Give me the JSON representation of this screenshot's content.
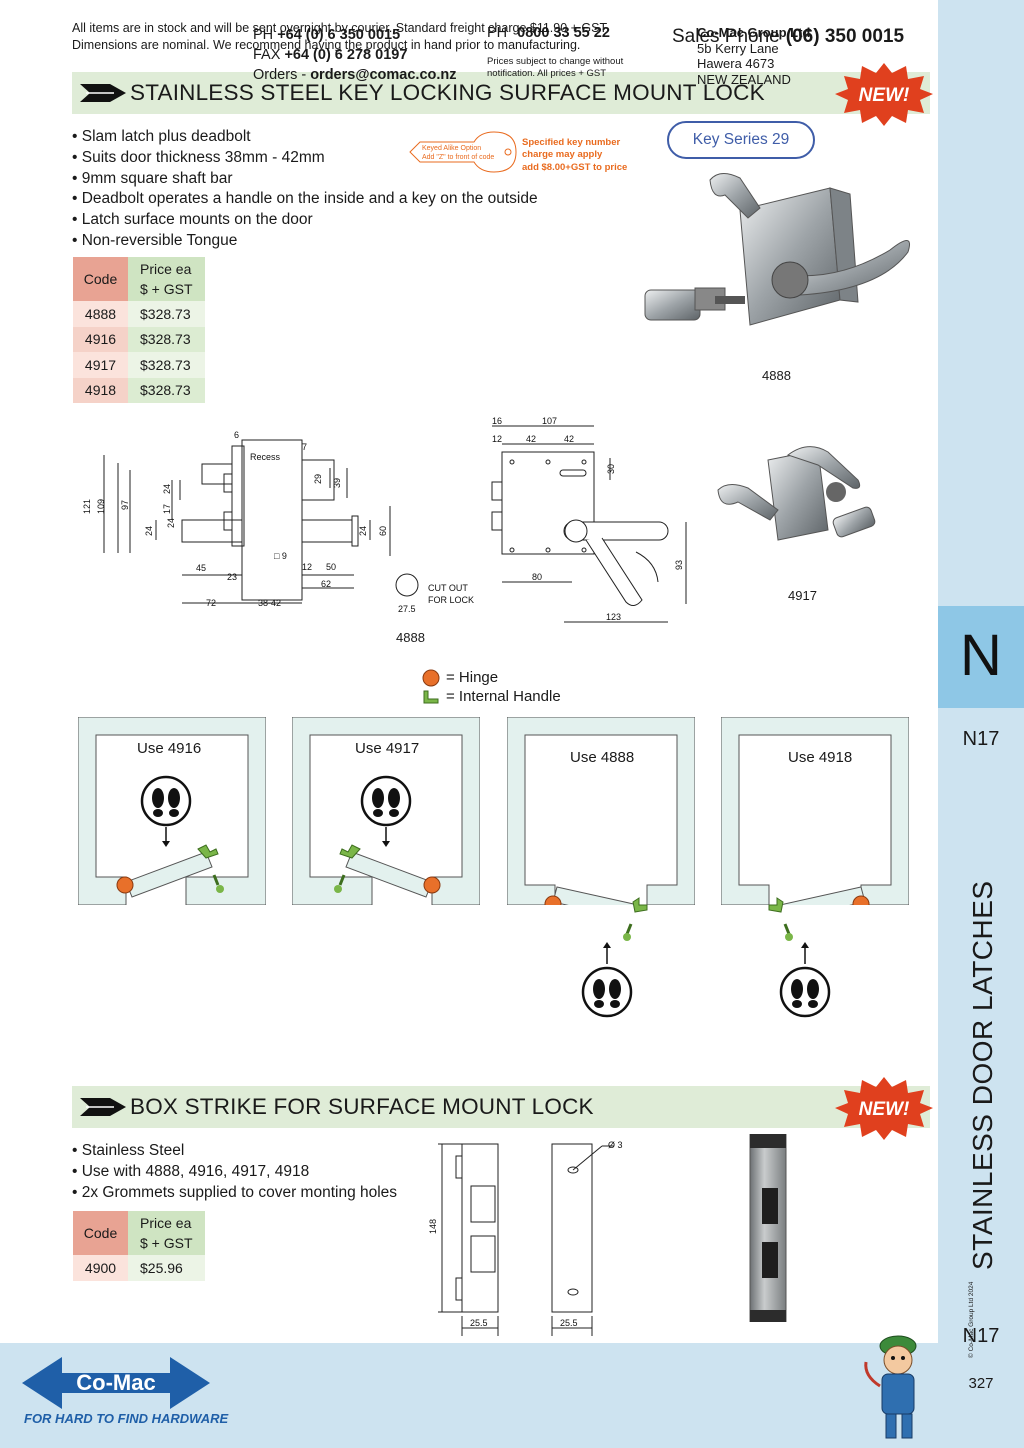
{
  "header": {
    "notice_line1": "All items are in stock and will be sent overnight by courier. Standard freight charge $11.90 + GST",
    "notice_line2": "Dimensions are nominal. We recommend having the product in hand prior to manufacturing.",
    "sales_label": "Sales Phone",
    "sales_phone": "(06) 350 0015"
  },
  "section1": {
    "title": "STAINLESS STEEL KEY LOCKING SURFACE MOUNT LOCK",
    "badge": "NEW!",
    "bullets": [
      "Slam latch plus deadbolt",
      "Suits door thickness 38mm - 42mm",
      "9mm square shaft bar",
      "Deadbolt operates a handle on the inside and a key on the outside",
      "Latch surface mounts on the door",
      "Non-reversible Tongue"
    ],
    "key_tag_line1": "Keyed Alike Option",
    "key_tag_line2": "Add \"Z\" to front of code",
    "key_note_line1": "Specified key number",
    "key_note_line2": "charge may apply",
    "key_note_line3": "add $8.00+GST to price",
    "key_series": "Key Series 29",
    "table": {
      "col_code": "Code",
      "col_price_1": "Price ea",
      "col_price_2": "$ + GST",
      "rows": [
        {
          "code": "4888",
          "price": "$328.73"
        },
        {
          "code": "4916",
          "price": "$328.73"
        },
        {
          "code": "4917",
          "price": "$328.73"
        },
        {
          "code": "4918",
          "price": "$328.73"
        }
      ]
    },
    "photo_caption_main": "4888",
    "photo_caption_small": "4917",
    "drawing_caption": "4888",
    "drawing": {
      "d6": "6",
      "d7": "7",
      "recess": "Recess",
      "d29": "29",
      "d39": "39",
      "d24a": "24",
      "d17": "17",
      "d24b": "24",
      "d121": "121",
      "d109": "109",
      "d97": "97",
      "d24c": "24",
      "d24d": "24",
      "d60": "60",
      "sq9": "□ 9",
      "d45": "45",
      "d23": "23",
      "d12": "12",
      "d50": "50",
      "d62": "62",
      "d72": "72",
      "d3842": "38-42",
      "cutout1": "CUT OUT",
      "cutout2": "FOR LOCK",
      "d275": "27.5",
      "d16": "16",
      "d107": "107",
      "d12b": "12",
      "d42a": "42",
      "d42b": "42",
      "d30": "30",
      "d80": "80",
      "d93": "93",
      "d123": "123"
    },
    "legend_hinge": "= Hinge",
    "legend_handle": "= Internal Handle",
    "scenarios": [
      "Use 4916",
      "Use 4917",
      "Use 4888",
      "Use 4918"
    ]
  },
  "section2": {
    "title": "BOX STRIKE FOR SURFACE MOUNT LOCK",
    "badge": "NEW!",
    "bullets": [
      "Stainless Steel",
      "Use with 4888, 4916, 4917, 4918",
      "2x Grommets supplied to cover monting holes"
    ],
    "table": {
      "col_code": "Code",
      "col_price_1": "Price ea",
      "col_price_2": "$ + GST",
      "rows": [
        {
          "code": "4900",
          "price": "$25.96"
        }
      ]
    },
    "drawing": {
      "d148": "148",
      "d255a": "25.5",
      "d255b": "25.5",
      "dia": "Ø 3"
    }
  },
  "sidebar": {
    "letter": "N",
    "code_top": "N17",
    "category": "STAINLESS DOOR LATCHES",
    "copyright": "© Co-Mac Group Ltd 2024",
    "code_bottom": "N17",
    "page": "327"
  },
  "footer": {
    "logo": "Co-Mac",
    "tagline": "FOR HARD TO FIND HARDWARE",
    "ph_label": "PH",
    "ph": "+64 (0) 6 350 0015",
    "fax_label": "FAX",
    "fax": "+64 (0) 6 278 0197",
    "orders_label": "Orders -",
    "orders": "orders@comac.co.nz",
    "ph2_label": "PH",
    "ph2": "0800 33 55 22",
    "disclaimer_line1": "Prices subject to change without",
    "disclaimer_line2": "notification. All prices + GST",
    "company": "Co-Mac Group Ltd",
    "addr1": "5b Kerry Lane",
    "addr2": "Hawera 4673",
    "addr3": "NEW ZEALAND"
  },
  "colors": {
    "title_bar": "#dfecd7",
    "badge_red": "#e0401e",
    "code_header": "#e8a393",
    "price_header": "#cfe4c2",
    "sidebar": "#cde3f0",
    "tab": "#8ec7e6",
    "brand_blue": "#1f5fa8",
    "hinge_orange": "#e8702a",
    "handle_green": "#7ab648",
    "door_fill": "#e3f1ee"
  }
}
